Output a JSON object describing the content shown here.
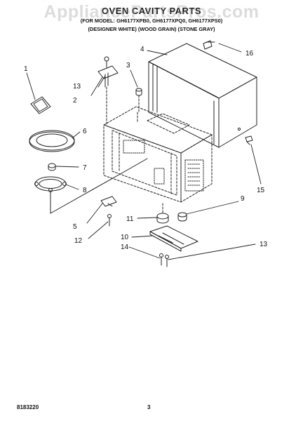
{
  "title": "OVEN CAVITY PARTS",
  "subtitle_line1": "(FOR MODEL: GH6177XPB0, GH6177XPQ0, GH6177XPS0)",
  "subtitle_line2": "(DESIGNER WHITE) (WOOD GRAIN) (STONE GRAY)",
  "watermark": "AppliancePartsPros.com",
  "footer_code": "8183220",
  "page_number": "3",
  "callouts": {
    "c1": "1",
    "c2": "2",
    "c3": "3",
    "c4": "4",
    "c5": "5",
    "c6": "6",
    "c7": "7",
    "c8": "8",
    "c9": "9",
    "c10": "10",
    "c11": "11",
    "c12": "12",
    "c13a": "13",
    "c13b": "13",
    "c14": "14",
    "c15": "15",
    "c16": "16"
  }
}
